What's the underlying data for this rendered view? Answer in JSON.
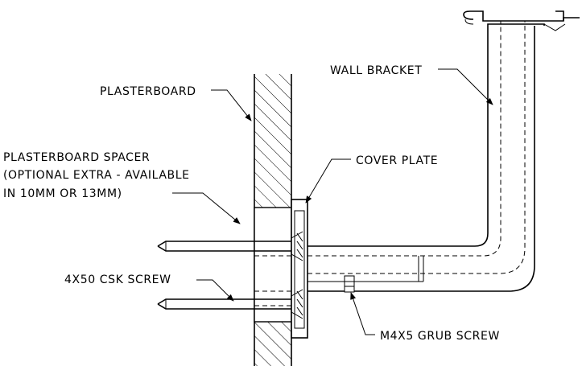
{
  "labels": {
    "plasterboard": "PLASTERBOARD",
    "wall_bracket": "WALL BRACKET",
    "spacer_line1": "PLASTERBOARD SPACER",
    "spacer_line2": "(OPTIONAL EXTRA - AVAILABLE",
    "spacer_line3": "IN 10MM OR 13MM)",
    "cover_plate": "COVER PLATE",
    "csk_screw": "4X50 CSK SCREW",
    "grub_screw": "M4X5 GRUB SCREW"
  }
}
